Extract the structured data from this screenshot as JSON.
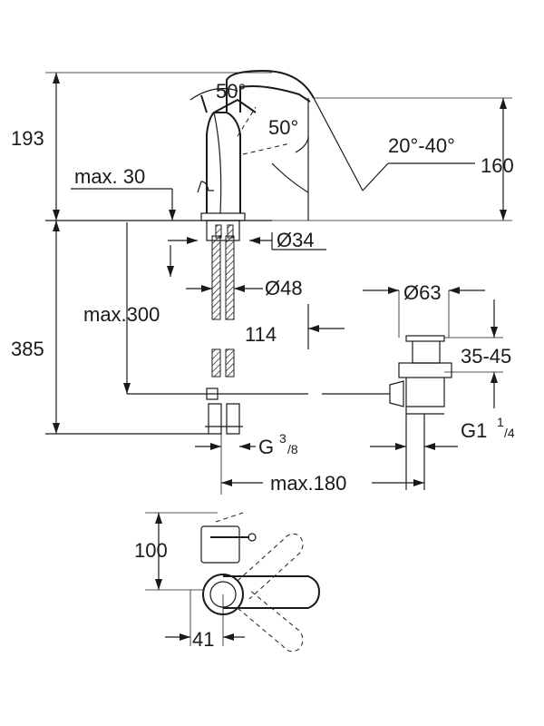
{
  "dimensions": {
    "d193": "193",
    "d160": "160",
    "d385": "385",
    "max30": "max. 30",
    "angle50a": "50°",
    "angle50b": "50°",
    "angle2040": "20°-40°",
    "dia34": "Ø34",
    "dia48": "Ø48",
    "dia63": "Ø63",
    "max300": "max.300",
    "d114": "114",
    "d3545": "35-45",
    "g38_main": "G",
    "g38_sup": "3",
    "g38_sub": "/8",
    "g114_main": "G1",
    "g114_sup": "1",
    "g114_sub": "/4",
    "max180": "max.180",
    "d100": "100",
    "d41": "41"
  }
}
